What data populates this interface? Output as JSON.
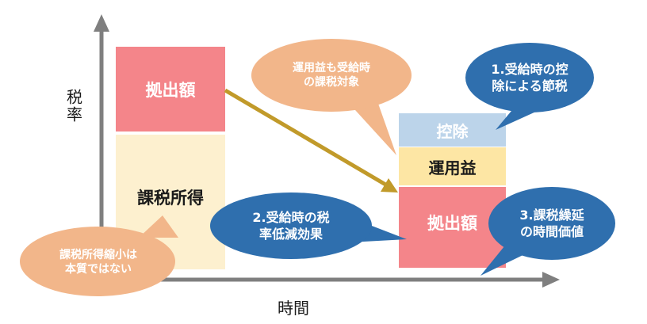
{
  "axes": {
    "y_label": "税率",
    "x_label": "時間"
  },
  "blocks": {
    "left_top": "拠出額",
    "left_bottom": "課税所得",
    "right_deduction": "控除",
    "right_returns": "運用益",
    "right_contribution": "拠出額"
  },
  "bubbles": {
    "returns_taxed": [
      "運用益も受給時",
      "の課税対象"
    ],
    "benefit_1": [
      "1.受給時の控",
      "除による節税"
    ],
    "benefit_2": [
      "2.受給時の税",
      "率低減効果"
    ],
    "benefit_3": [
      "3.課税繰延",
      "の時間価値"
    ],
    "income_shrink": [
      "課税所得縮小は",
      "本質ではない"
    ]
  },
  "colors": {
    "axis": "#7f7f7f",
    "contribution": "#f4858a",
    "taxable_income": "#fdf0cf",
    "deduction": "#bcd4ea",
    "returns": "#fde6a4",
    "arrow": "#c19a2a",
    "bubble_orange": "#f2b68a",
    "bubble_blue": "#2f6fae"
  }
}
